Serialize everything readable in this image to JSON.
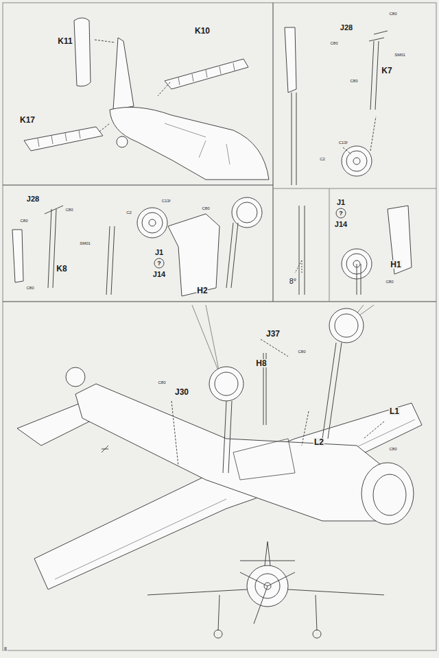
{
  "diagram": {
    "labels": [
      "K11",
      "K10",
      "K17",
      "J28",
      "C80",
      "C80",
      "SM01",
      "C80",
      "K7",
      "C13f",
      "C2",
      "J1",
      "?",
      "J14",
      "J28",
      "C80",
      "C80",
      "SM01",
      "K8",
      "C80",
      "C2",
      "C13f",
      "J1",
      "?",
      "J14",
      "C80",
      "H2",
      "8°",
      "H1",
      "C80",
      "J37",
      "C80",
      "H8",
      "C80",
      "J30",
      "L2",
      "L1",
      "C80",
      "8"
    ]
  }
}
